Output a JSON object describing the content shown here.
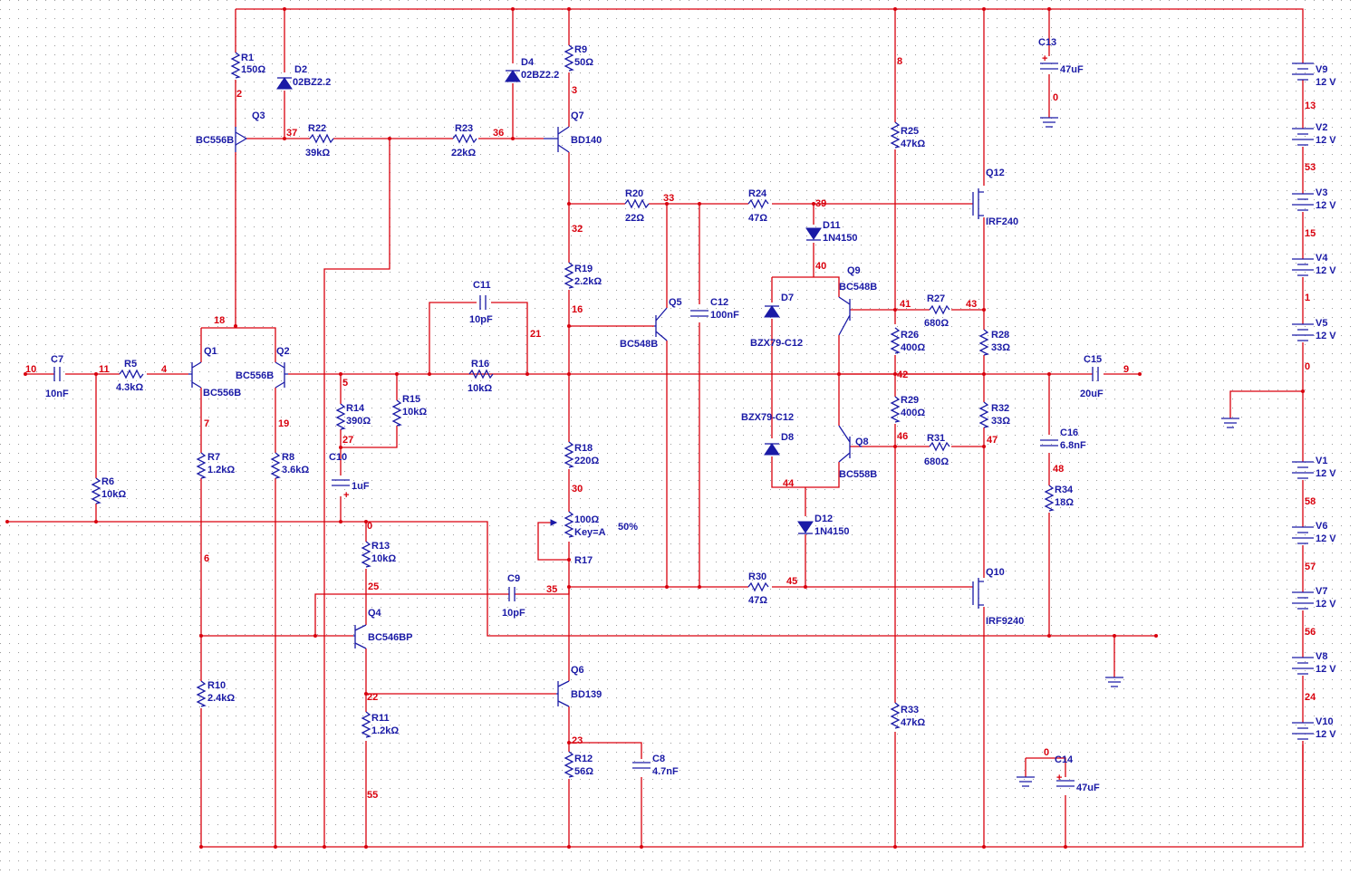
{
  "labels": {
    "R1": [
      "R1",
      "150Ω"
    ],
    "D2": [
      "D2",
      "02BZ2.2"
    ],
    "Q3": [
      "Q3",
      "BC556B"
    ],
    "R22": [
      "R22",
      "39kΩ"
    ],
    "R23": [
      "R23",
      "22kΩ"
    ],
    "D4": [
      "D4",
      "02BZ2.2"
    ],
    "R9": [
      "R9",
      "50Ω"
    ],
    "Q7": [
      "Q7",
      "BD140"
    ],
    "R20": [
      "R20",
      "22Ω"
    ],
    "R24": [
      "R24",
      "47Ω"
    ],
    "D11": [
      "D11",
      "1N4150"
    ],
    "R25": [
      "R25",
      "47kΩ"
    ],
    "Q12": [
      "Q12",
      "IRF240"
    ],
    "C13": [
      "C13",
      "47uF"
    ],
    "R19": [
      "R19",
      "2.2kΩ"
    ],
    "C11": [
      "C11",
      "10pF"
    ],
    "Q5": [
      "Q5",
      "BC548B"
    ],
    "C12": [
      "C12",
      "100nF"
    ],
    "D7": [
      "D7",
      "BZX79-C12"
    ],
    "Q9": [
      "Q9",
      "BC548B"
    ],
    "R27": [
      "R27",
      "680Ω"
    ],
    "R26": [
      "R26",
      "400Ω"
    ],
    "R28": [
      "R28",
      "33Ω"
    ],
    "C7": [
      "C7",
      "10nF"
    ],
    "R5": [
      "R5",
      "4.3kΩ"
    ],
    "Q1": [
      "Q1",
      "BC556B"
    ],
    "Q2": [
      "Q2",
      "BC556B"
    ],
    "R16": [
      "R16",
      "10kΩ"
    ],
    "C15": [
      "C15",
      "20uF"
    ],
    "R14": [
      "R14",
      "390Ω"
    ],
    "R15": [
      "R15",
      "10kΩ"
    ],
    "R29": [
      "R29",
      "400Ω"
    ],
    "R32": [
      "R32",
      "33Ω"
    ],
    "D8": [
      "D8",
      "BZX79-C12"
    ],
    "Q8": [
      "Q8",
      "BC558B"
    ],
    "R31": [
      "R31",
      "680Ω"
    ],
    "C16": [
      "C16",
      "6.8nF"
    ],
    "R7": [
      "R7",
      "1.2kΩ"
    ],
    "R8": [
      "R8",
      "3.6kΩ"
    ],
    "C10": [
      "C10",
      "1uF"
    ],
    "R18": [
      "R18",
      "220Ω"
    ],
    "R34": [
      "R34",
      "18Ω"
    ],
    "R6": [
      "R6",
      "10kΩ"
    ],
    "D12": [
      "D12",
      "1N4150"
    ],
    "R13": [
      "R13",
      "10kΩ"
    ],
    "C9": [
      "C9",
      "10pF"
    ],
    "R30": [
      "R30",
      "47Ω"
    ],
    "Q10": [
      "Q10",
      "IRF9240"
    ],
    "Q4": [
      "Q4",
      "BC546BP"
    ],
    "R10": [
      "R10",
      "2.4kΩ"
    ],
    "Q6": [
      "Q6",
      "BD139"
    ],
    "R33": [
      "R33",
      "47kΩ"
    ],
    "R11": [
      "R11",
      "1.2kΩ"
    ],
    "C14": [
      "C14",
      "47uF"
    ],
    "R12": [
      "R12",
      "56Ω"
    ],
    "C8": [
      "C8",
      "4.7nF"
    ],
    "V9": [
      "V9",
      "12 V"
    ],
    "V2": [
      "V2",
      "12 V"
    ],
    "V3": [
      "V3",
      "12 V"
    ],
    "V4": [
      "V4",
      "12 V"
    ],
    "V5": [
      "V5",
      "12 V"
    ],
    "V1": [
      "V1",
      "12 V"
    ],
    "V6": [
      "V6",
      "12 V"
    ],
    "V7": [
      "V7",
      "12 V"
    ],
    "V8": [
      "V8",
      "12 V"
    ],
    "V10": [
      "V10",
      "12 V"
    ],
    "R17_val": "100Ω",
    "R17_key": "Key=A",
    "R17_pct": "50%",
    "R17_name": "R17"
  },
  "nets": [
    "2",
    "37",
    "36",
    "3",
    "8",
    "0",
    "13",
    "53",
    "15",
    "1",
    "0",
    "33",
    "39",
    "32",
    "40",
    "16",
    "21",
    "41",
    "43",
    "10",
    "11",
    "4",
    "5",
    "42",
    "9",
    "18",
    "7",
    "19",
    "27",
    "46",
    "47",
    "48",
    "30",
    "44",
    "6",
    "0",
    "25",
    "35",
    "45",
    "58",
    "57",
    "56",
    "22",
    "24",
    "23",
    "55",
    "0"
  ]
}
